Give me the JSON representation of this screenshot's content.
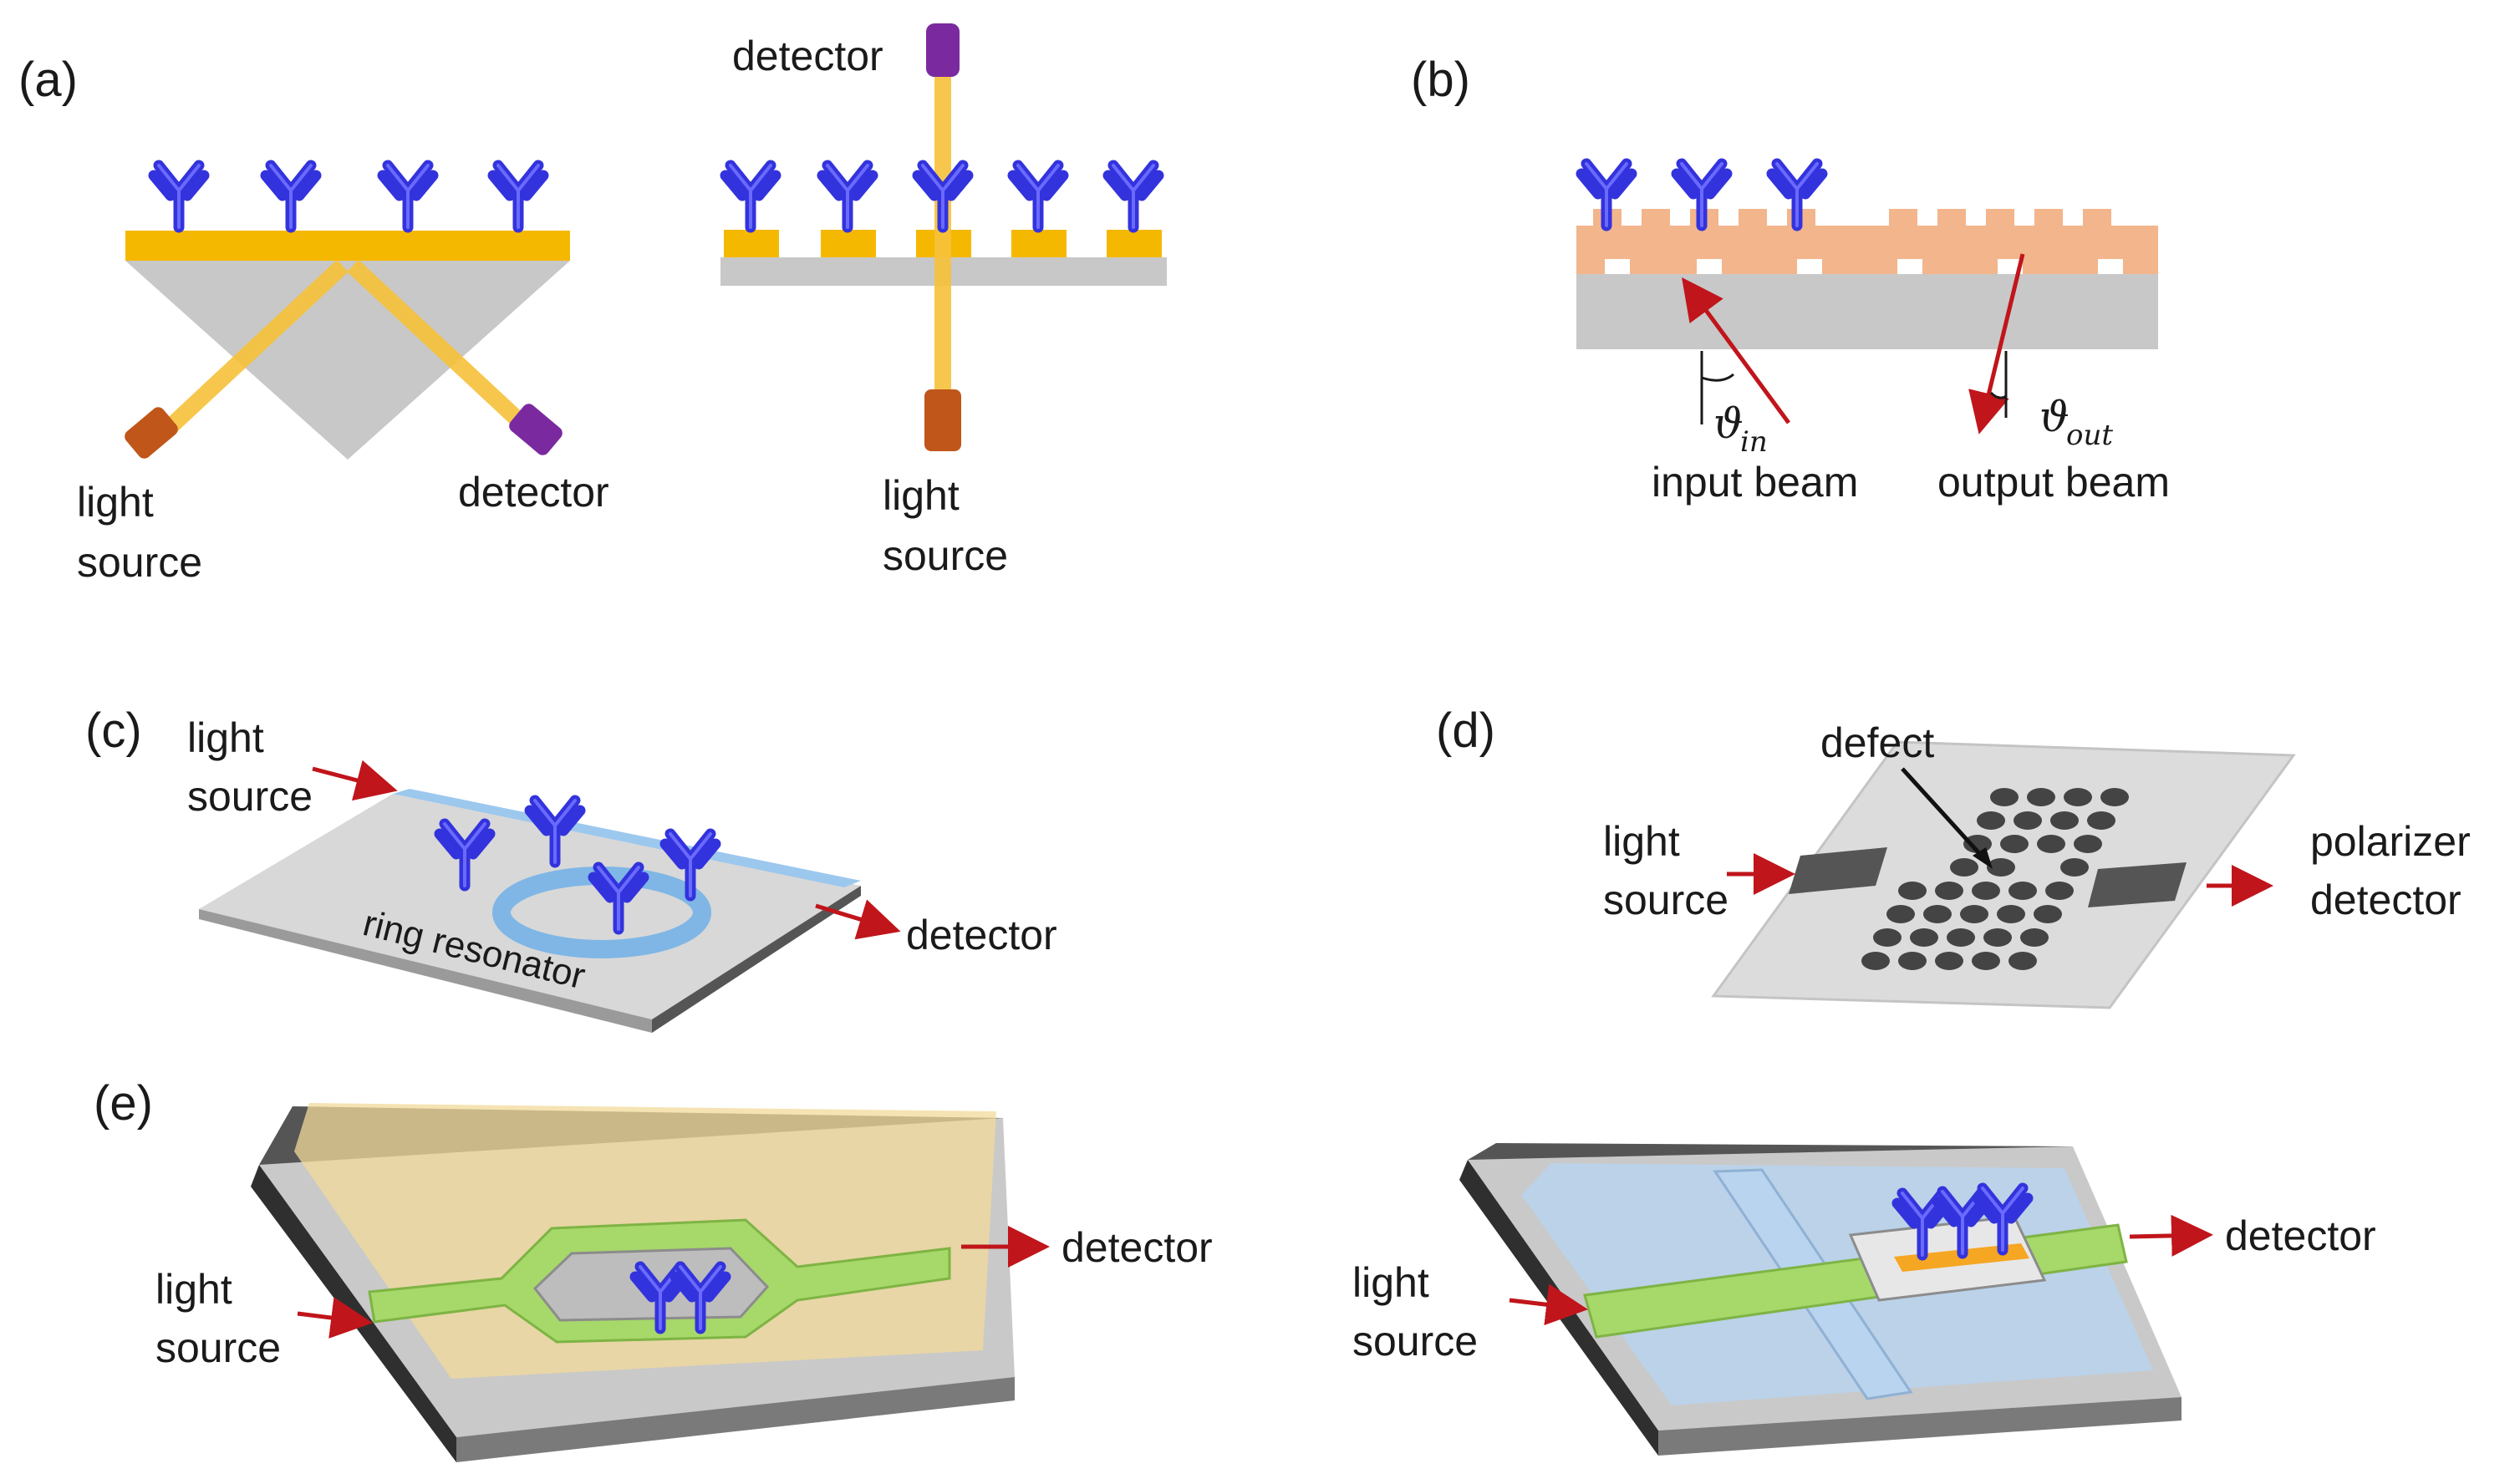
{
  "panels": {
    "a": "(a)",
    "b": "(b)",
    "c": "(c)",
    "d": "(d)",
    "e": "(e)"
  },
  "panel_a": {
    "light_source_line1": "light",
    "light_source_line2": "source",
    "detector": "detector",
    "right_detector": "detector",
    "right_light_line1": "light",
    "right_light_line2": "source"
  },
  "panel_b": {
    "theta": "ϑ",
    "in_sub": "in",
    "out_sub": "out",
    "input_beam": "input beam",
    "output_beam": "output beam"
  },
  "panel_c": {
    "light_line1": "light",
    "light_line2": "source",
    "ring_resonator": "ring resonator",
    "detector": "detector"
  },
  "panel_d": {
    "defect": "defect",
    "light_line1": "light",
    "light_line2": "source",
    "polarizer": "polarizer",
    "detector": "detector"
  },
  "panel_e": {
    "left_light_line1": "light",
    "left_light_line2": "source",
    "left_detector": "detector",
    "right_light_line1": "light",
    "right_light_line2": "source",
    "right_detector": "detector"
  },
  "colors": {
    "antibody": "#3333dd",
    "gold": "#f5b800",
    "beam": "#f7c23a",
    "prism": "#c8c8c8",
    "source": "#c0561a",
    "detector": "#7a2a9e",
    "arrow": "#c0151b",
    "grating": "#f3b58c",
    "ring": "#7fb6e6",
    "waveguide": "#a6d86a",
    "cladding_yellow": "#f2d99a",
    "cladding_blue": "#b9d4ef"
  }
}
